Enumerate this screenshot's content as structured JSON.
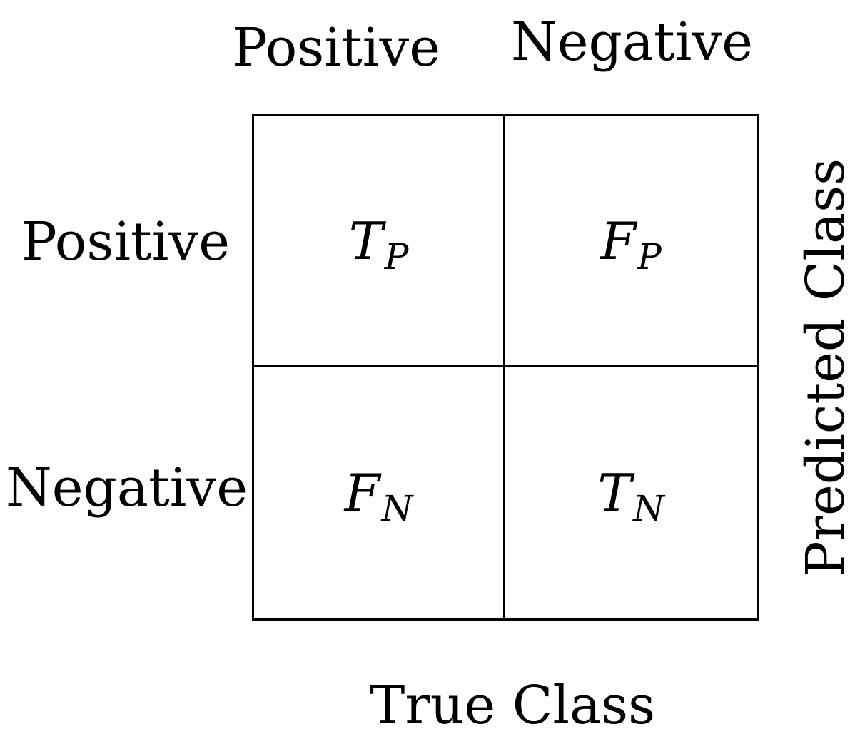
{
  "columns": {
    "positive": "Positive",
    "negative": "Negative"
  },
  "rows": {
    "positive": "Positive",
    "negative": "Negative"
  },
  "x_title": "True Class",
  "y_title": "Predicted Class",
  "cells": [
    {
      "main": "T",
      "sub": "P"
    },
    {
      "main": "F",
      "sub": "P"
    },
    {
      "main": "F",
      "sub": "N"
    },
    {
      "main": "T",
      "sub": "N"
    }
  ],
  "colors": {
    "line": "#000000",
    "background": "#ffffff"
  }
}
